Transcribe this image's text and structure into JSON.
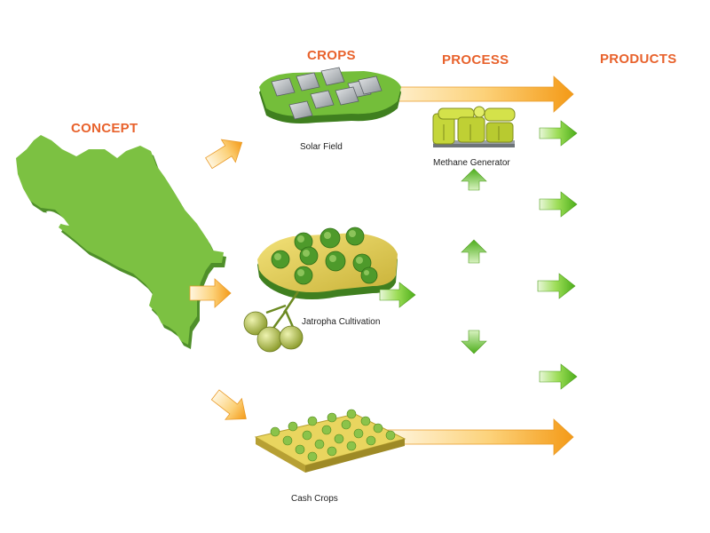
{
  "headings": {
    "concept": "CONCEPT",
    "crops": "CROPS",
    "process": "PROCESS",
    "products": "PRODUCTS"
  },
  "labels": {
    "solar_field": "Solar Field",
    "methane_generator": "Methane Generator",
    "jatropha_cultivation": "Jatropha Cultivation",
    "cash_crops": "Cash Crops"
  },
  "icons": {
    "country": "country-map",
    "solar": "solar-field",
    "generator": "methane-generator",
    "jatropha": "jatropha-field",
    "jatropha_fruit": "jatropha-fruit",
    "cash": "cash-crops-field"
  },
  "colors": {
    "heading": "#e8622c",
    "map_green": "#7cc142",
    "arrow_orange": "#f7a81b",
    "arrow_green": "#6fc62a"
  }
}
